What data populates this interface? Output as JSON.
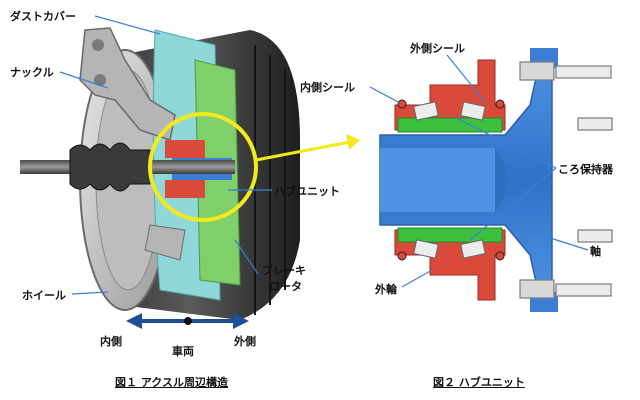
{
  "figure1": {
    "labels": {
      "dust_cover": "ダストカバー",
      "knuckle": "ナックル",
      "hub_unit": "ハブユニット",
      "brake_rotor_line1": "ブレーキ",
      "brake_rotor_line2": "ロータ",
      "wheel": "ホイール",
      "inner_side": "内側",
      "vehicle": "車両",
      "outer_side": "外側"
    },
    "caption": "図１ アクスル周辺構造"
  },
  "figure2": {
    "labels": {
      "outer_seal": "外側シール",
      "inner_seal": "内側シール",
      "cage": "ころ保持器",
      "shaft": "軸",
      "outer_ring": "外輪"
    },
    "caption": "図２ ハブユニット"
  },
  "colors": {
    "hub_blue": "#3a7fd5",
    "outer_ring_red": "#d94a3a",
    "seal_green": "#3fbf3f",
    "highlight_yellow": "#f2ea1b",
    "direction_arrow": "#1f4f96"
  }
}
